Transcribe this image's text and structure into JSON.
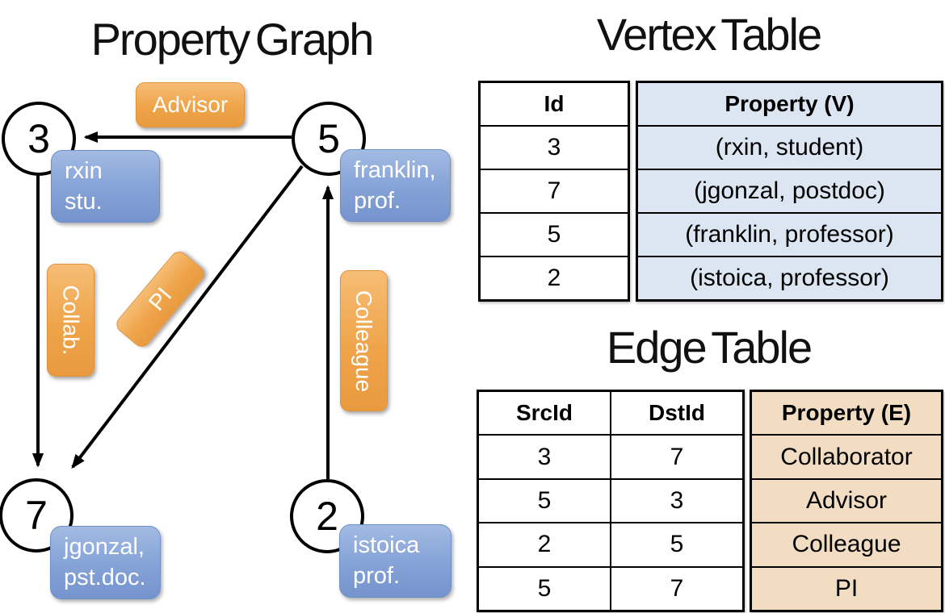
{
  "graph": {
    "title": "Property Graph",
    "nodes": {
      "n3": {
        "id": "3",
        "prop1": "rxin",
        "prop2": "stu."
      },
      "n5": {
        "id": "5",
        "prop1": "franklin,",
        "prop2": "prof."
      },
      "n7": {
        "id": "7",
        "prop1": "jgonzal,",
        "prop2": "pst.doc."
      },
      "n2": {
        "id": "2",
        "prop1": "istoica",
        "prop2": "prof."
      }
    },
    "edge_labels": {
      "advisor": "Advisor",
      "collab": "Collab.",
      "pi": "PI",
      "colleague": "Colleague"
    }
  },
  "vertex_table": {
    "title": "Vertex Table",
    "col_id": "Id",
    "col_prop": "Property (V)",
    "rows": [
      {
        "id": "3",
        "prop": "(rxin, student)"
      },
      {
        "id": "7",
        "prop": "(jgonzal, postdoc)"
      },
      {
        "id": "5",
        "prop": "(franklin, professor)"
      },
      {
        "id": "2",
        "prop": "(istoica, professor)"
      }
    ]
  },
  "edge_table": {
    "title": "Edge Table",
    "col_src": "SrcId",
    "col_dst": "DstId",
    "col_prop": "Property (E)",
    "rows": [
      {
        "src": "3",
        "dst": "7",
        "prop": "Collaborator"
      },
      {
        "src": "5",
        "dst": "3",
        "prop": "Advisor"
      },
      {
        "src": "2",
        "dst": "5",
        "prop": "Colleague"
      },
      {
        "src": "5",
        "dst": "7",
        "prop": "PI"
      }
    ]
  },
  "colors": {
    "edge_label_orange": "#EFA44A",
    "vertex_label_blue": "#89A6D9",
    "vertex_table_fill": "#DCE6F2",
    "edge_table_fill": "#F2DCC2",
    "line_black": "#000000"
  }
}
